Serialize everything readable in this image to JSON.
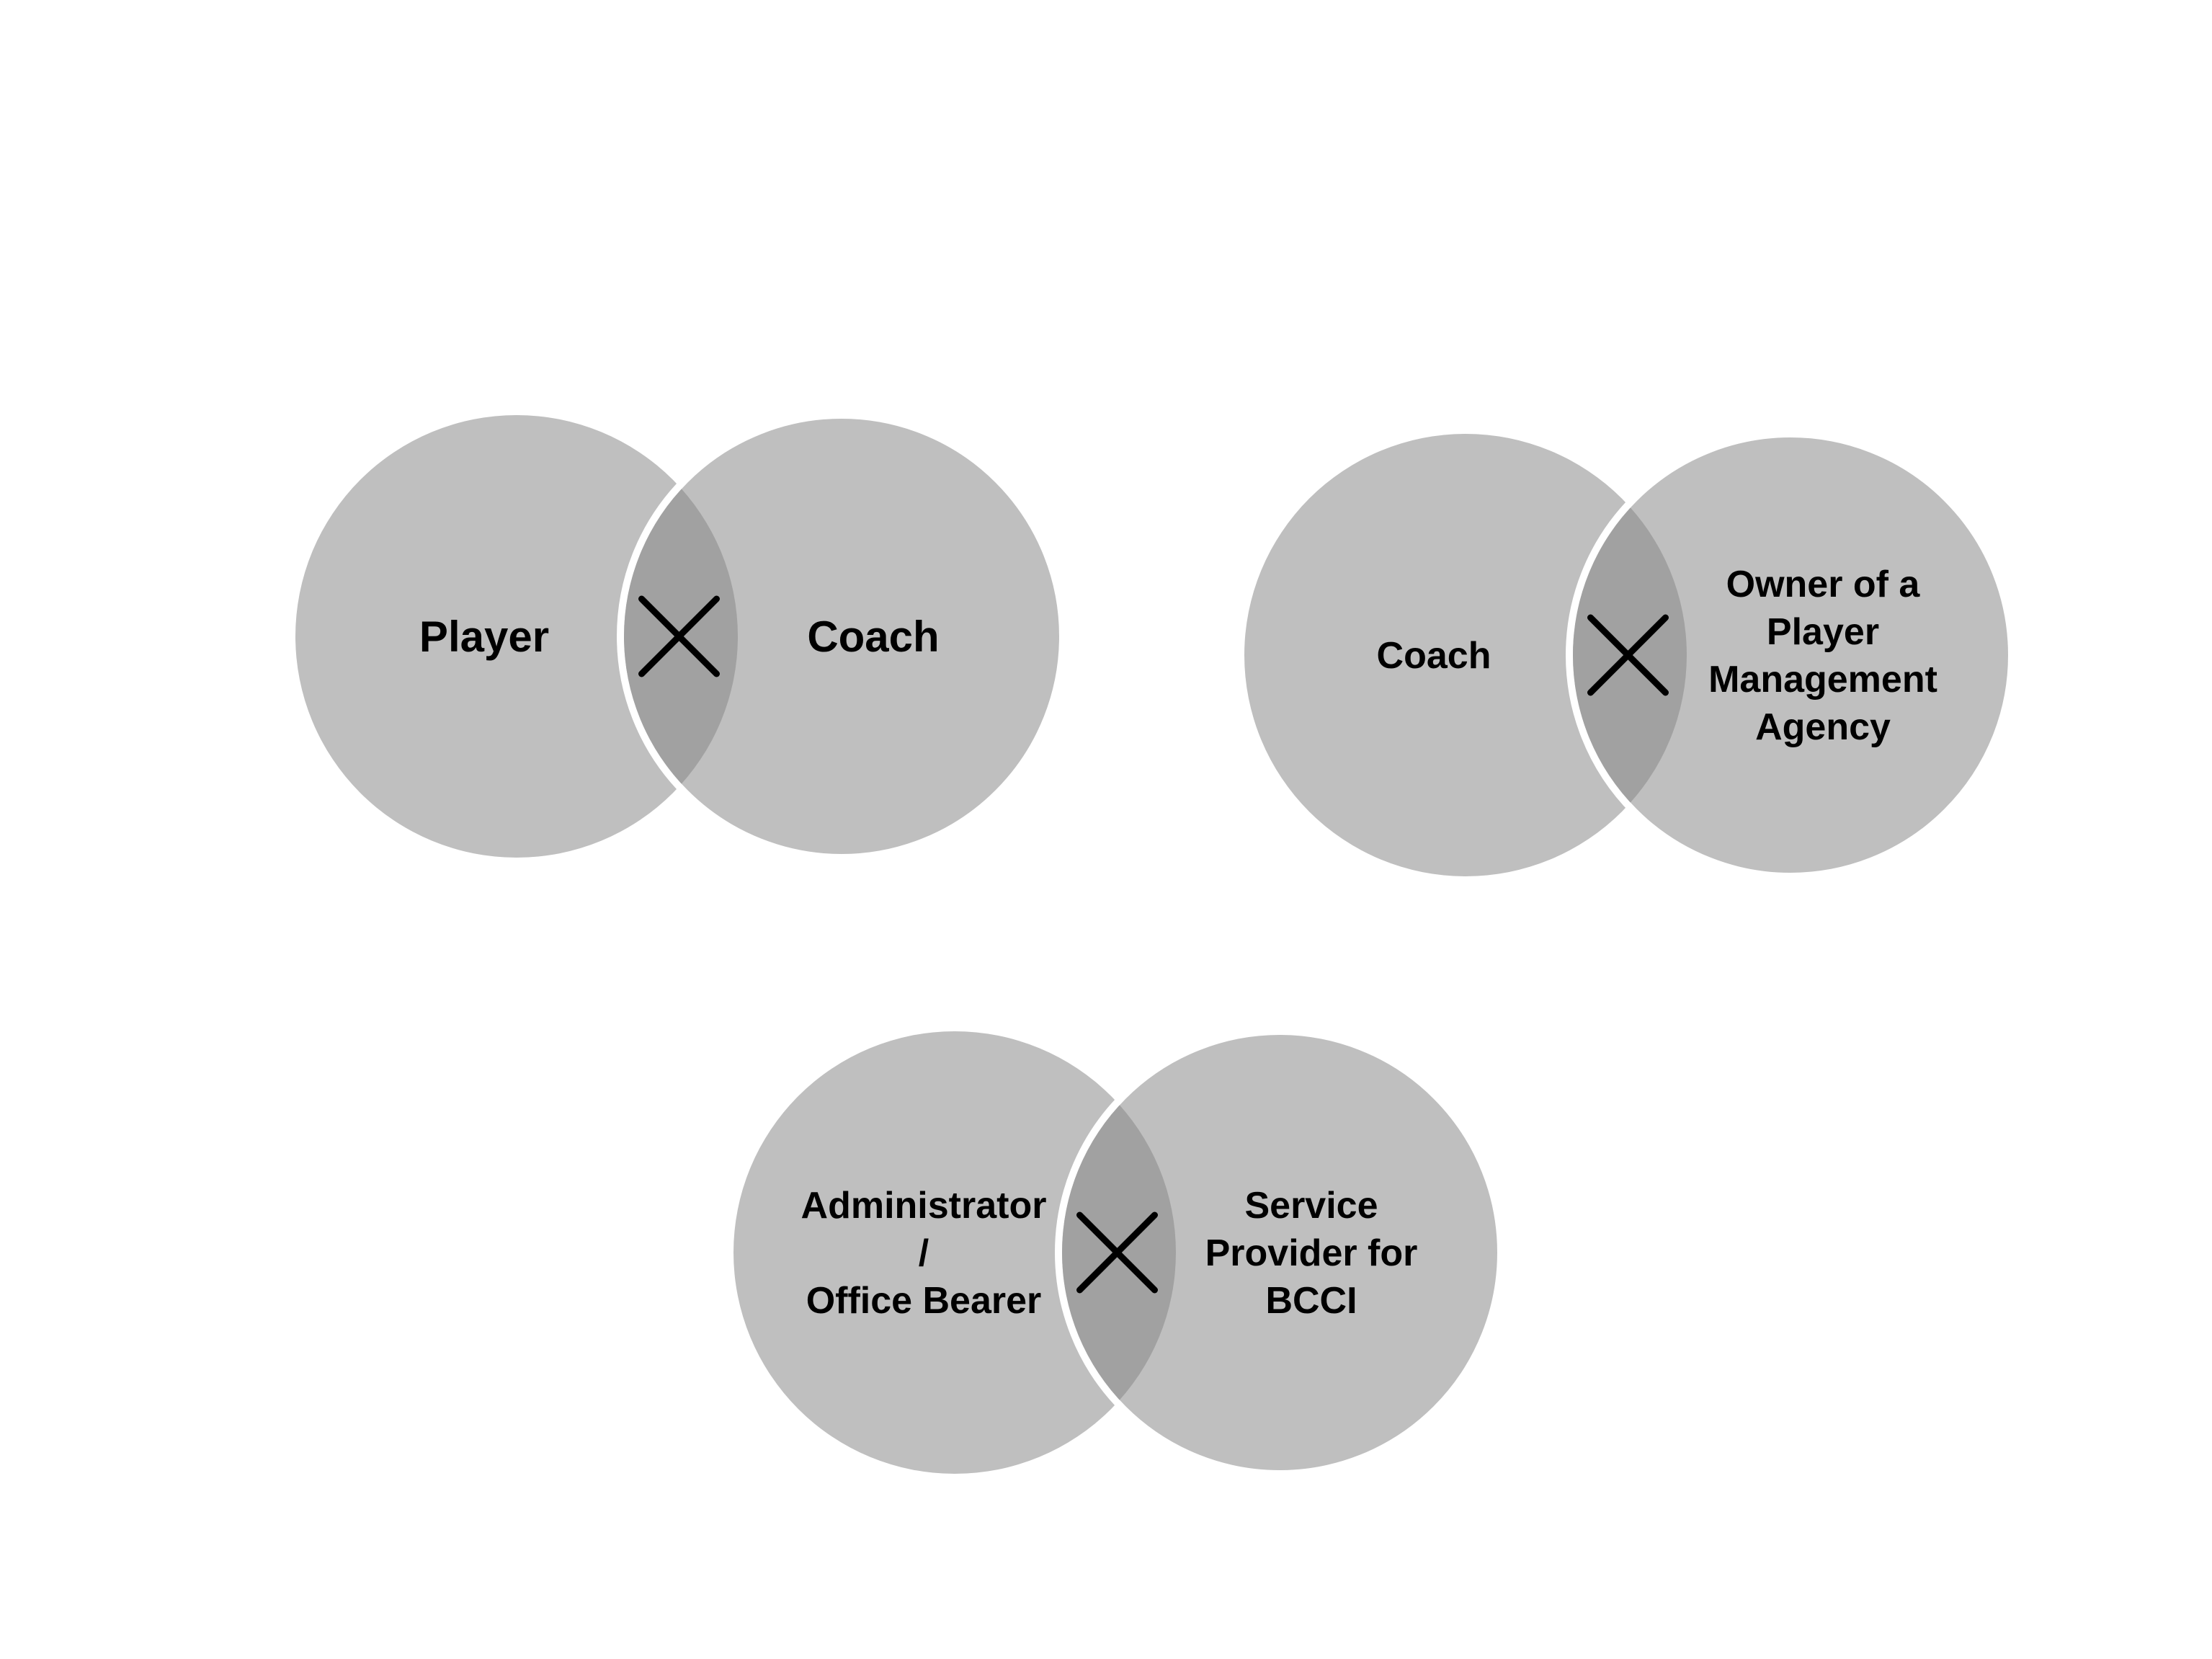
{
  "colors": {
    "circle": "#bfbfbf",
    "overlap": "#a1a1a1",
    "outline": "#ffffff",
    "cross": "#000000"
  },
  "diagrams": [
    {
      "left": {
        "lines": [
          "Player"
        ]
      },
      "right": {
        "lines": [
          "Coach"
        ]
      },
      "overlap_icon": "cross-icon"
    },
    {
      "left": {
        "lines": [
          "Coach"
        ]
      },
      "right": {
        "lines": [
          "Owner of a",
          "Player",
          "Management",
          "Agency"
        ]
      },
      "overlap_icon": "cross-icon"
    },
    {
      "left": {
        "lines": [
          "Administrator",
          "/",
          "Office Bearer"
        ]
      },
      "right": {
        "lines": [
          "Service",
          "Provider for",
          "BCCI"
        ]
      },
      "overlap_icon": "cross-icon"
    }
  ]
}
